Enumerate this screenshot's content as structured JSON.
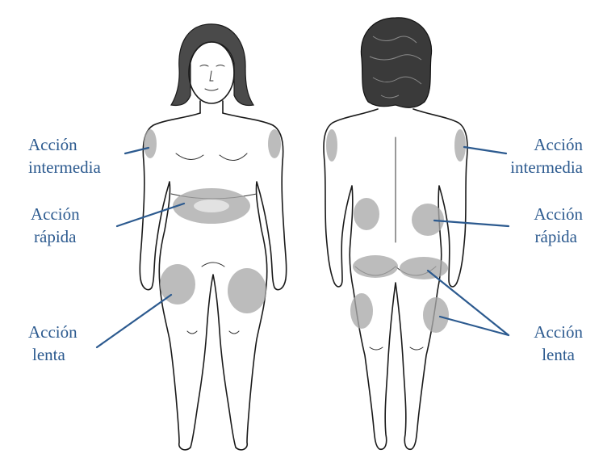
{
  "labels": {
    "front_intermediate_1": "Acción",
    "front_intermediate_2": "intermedia",
    "front_fast_1": "Acción",
    "front_fast_2": "rápida",
    "front_slow_1": "Acción",
    "front_slow_2": "lenta",
    "back_intermediate_1": "Acción",
    "back_intermediate_2": "intermedia",
    "back_fast_1": "Acción",
    "back_fast_2": "rápida",
    "back_slow_1": "Acción",
    "back_slow_2": "lenta"
  },
  "colors": {
    "label_text": "#2c5a8f",
    "pointer_line": "#2c5a8f",
    "injection_zone": "#a9a9a9",
    "outline": "#1a1a1a",
    "background": "#ffffff"
  }
}
